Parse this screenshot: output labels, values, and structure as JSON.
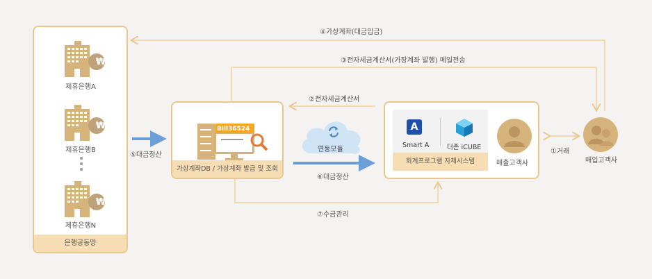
{
  "banks": {
    "items": [
      {
        "label": "제휴은행A"
      },
      {
        "label": "제휴은행B"
      },
      {
        "label": "제휴은행N"
      }
    ],
    "footer": "은행공동망",
    "won_symbol": "₩"
  },
  "center_box": {
    "label": "가상계좌DB / 가상계좌 발급 및 조회",
    "bill_code": "Bill36524"
  },
  "cloud_label": "연동모듈",
  "accounting": {
    "smart_a_label": "Smart A",
    "smart_a_glyph": "A",
    "icube_label": "더존 iCUBE",
    "footer": "회계프로그램 자체시스템",
    "sales_customer": "매출고객사"
  },
  "buyer_label": "매입고객사",
  "flows": {
    "f1": "①거래",
    "f2": "②전자세금계산서",
    "f3": "③전자세금계산서(가장계좌 발행) 메일전송",
    "f4": "④가상계좌(대금입금)",
    "f5": "⑤대금정산",
    "f6": "⑥대금정산",
    "f7": "⑦수금관리"
  },
  "colors": {
    "border": "#e9c88f",
    "footer_bg": "#f6ddb3",
    "arrow_blue": "#6c9fd6",
    "line": "#eecf9c",
    "building": "#d7b37c",
    "cloud": "#cfe4f4"
  }
}
